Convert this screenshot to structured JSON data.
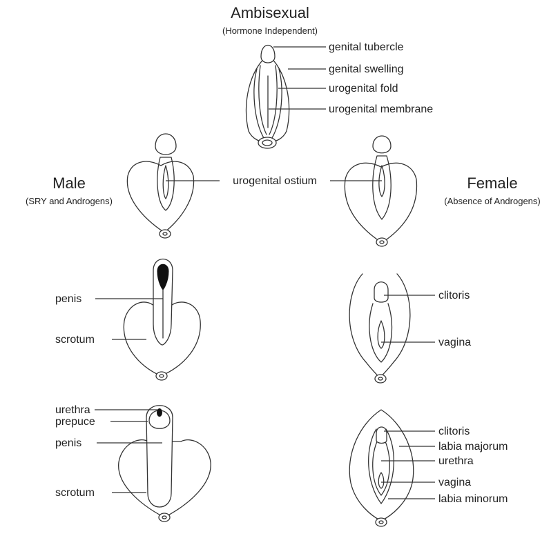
{
  "ambisexual": {
    "title": "Ambisexual",
    "subtitle": "(Hormone Independent)",
    "labels": [
      "genital tubercle",
      "genital swelling",
      "urogenital fold",
      "urogenital membrane"
    ]
  },
  "shared_label": "urogenital ostium",
  "male": {
    "title": "Male",
    "subtitle": "(SRY and Androgens)",
    "stage2_labels": [
      "penis",
      "scrotum"
    ],
    "stage3_labels": [
      "urethra",
      "prepuce",
      "penis",
      "scrotum"
    ]
  },
  "female": {
    "title": "Female",
    "subtitle": "(Absence of Androgens)",
    "stage2_labels": [
      "clitoris",
      "vagina"
    ],
    "stage3_labels": [
      "clitoris",
      "labia majorum",
      "urethra",
      "vagina",
      "labia minorum"
    ]
  }
}
